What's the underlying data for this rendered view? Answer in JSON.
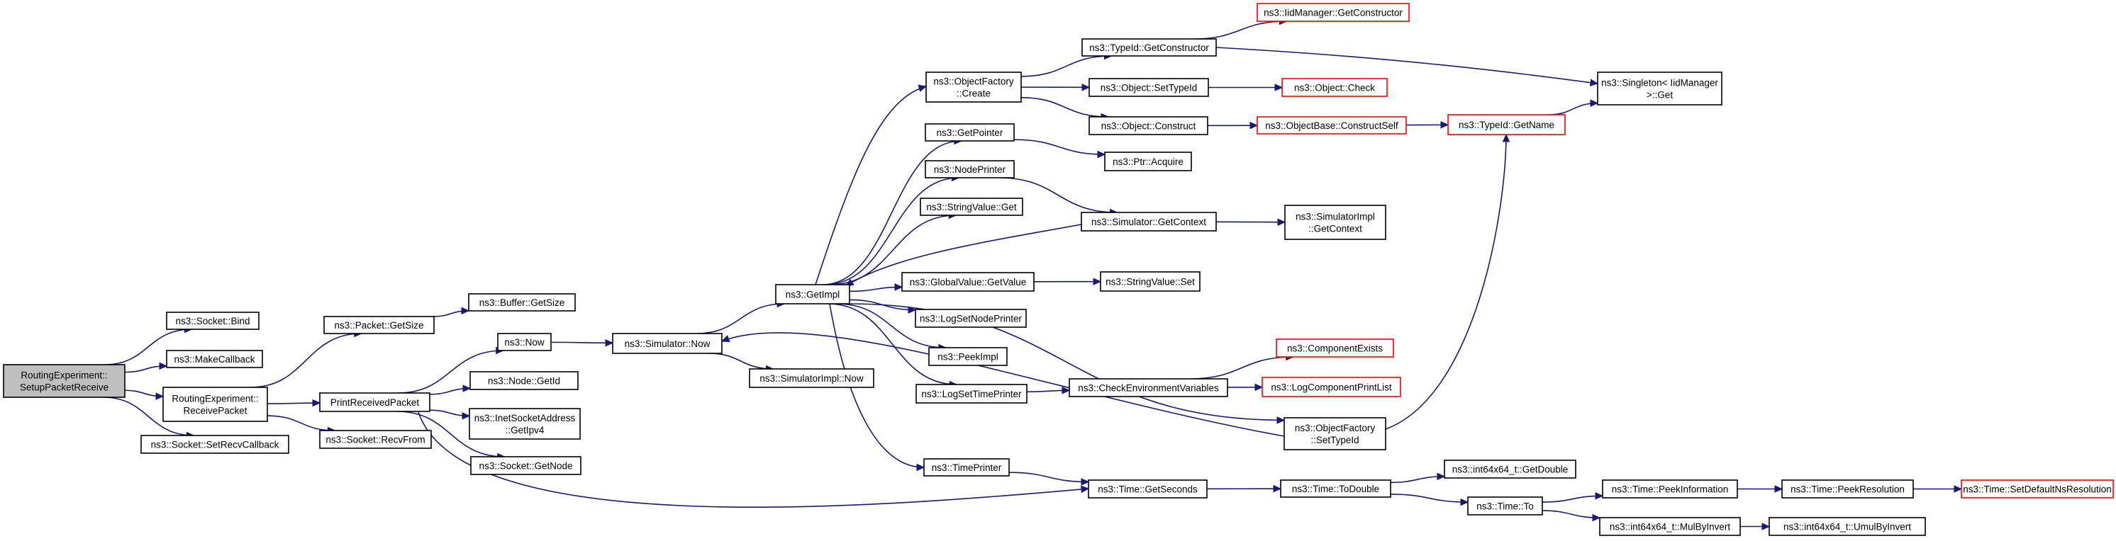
{
  "diagram": {
    "edge_color": "#191970",
    "node_border": "#000000",
    "link_border": "#ff0000",
    "root_fill": "#bfbfbf",
    "nodes": [
      {
        "id": "root",
        "lines": [
          "RoutingExperiment::",
          "SetupPacketReceive"
        ],
        "style": "root"
      },
      {
        "id": "socket_bind",
        "lines": [
          "ns3::Socket::Bind"
        ]
      },
      {
        "id": "makecallback",
        "lines": [
          "ns3::MakeCallback"
        ]
      },
      {
        "id": "receivepacket",
        "lines": [
          "RoutingExperiment::",
          "ReceivePacket"
        ]
      },
      {
        "id": "setrecvcallback",
        "lines": [
          "ns3::Socket::SetRecvCallback"
        ]
      },
      {
        "id": "packet_getsize",
        "lines": [
          "ns3::Packet::GetSize"
        ]
      },
      {
        "id": "printreceivedpacket",
        "lines": [
          "PrintReceivedPacket"
        ]
      },
      {
        "id": "socket_recvfrom",
        "lines": [
          "ns3::Socket::RecvFrom"
        ]
      },
      {
        "id": "buffer_getsize",
        "lines": [
          "ns3::Buffer::GetSize"
        ]
      },
      {
        "id": "now",
        "lines": [
          "ns3::Now"
        ]
      },
      {
        "id": "node_getid",
        "lines": [
          "ns3::Node::GetId"
        ]
      },
      {
        "id": "inetsocketaddress",
        "lines": [
          "ns3::InetSocketAddress",
          "::GetIpv4"
        ]
      },
      {
        "id": "socket_getnode",
        "lines": [
          "ns3::Socket::GetNode"
        ]
      },
      {
        "id": "simulator_now",
        "lines": [
          "ns3::Simulator::Now"
        ]
      },
      {
        "id": "simulatorimpl_now",
        "lines": [
          "ns3::SimulatorImpl::Now"
        ]
      },
      {
        "id": "getimpl",
        "lines": [
          "ns3::GetImpl"
        ]
      },
      {
        "id": "objectfactory_create",
        "lines": [
          "ns3::ObjectFactory",
          "::Create"
        ]
      },
      {
        "id": "getpointer",
        "lines": [
          "ns3::GetPointer"
        ]
      },
      {
        "id": "nodeprinter",
        "lines": [
          "ns3::NodePrinter"
        ]
      },
      {
        "id": "stringvalue_get",
        "lines": [
          "ns3::StringValue::Get"
        ]
      },
      {
        "id": "globalvalue_getvalue",
        "lines": [
          "ns3::GlobalValue::GetValue"
        ]
      },
      {
        "id": "logsetnodeprinter",
        "lines": [
          "ns3::LogSetNodePrinter"
        ]
      },
      {
        "id": "peekimpl",
        "lines": [
          "ns3::PeekImpl"
        ]
      },
      {
        "id": "logsettimeprinter",
        "lines": [
          "ns3::LogSetTimePrinter"
        ]
      },
      {
        "id": "timeprinter",
        "lines": [
          "ns3::TimePrinter"
        ]
      },
      {
        "id": "typeid_getconstructor",
        "lines": [
          "ns3::TypeId::GetConstructor"
        ]
      },
      {
        "id": "object_settypeid",
        "lines": [
          "ns3::Object::SetTypeId"
        ]
      },
      {
        "id": "object_construct",
        "lines": [
          "ns3::Object::Construct"
        ]
      },
      {
        "id": "ptr_acquire",
        "lines": [
          "ns3::Ptr::Acquire"
        ]
      },
      {
        "id": "simulator_getcontext",
        "lines": [
          "ns3::Simulator::GetContext"
        ]
      },
      {
        "id": "stringvalue_set",
        "lines": [
          "ns3::StringValue::Set"
        ]
      },
      {
        "id": "checkenv",
        "lines": [
          "ns3::CheckEnvironmentVariables"
        ]
      },
      {
        "id": "time_getseconds",
        "lines": [
          "ns3::Time::GetSeconds"
        ]
      },
      {
        "id": "iidmanager_getconstructor",
        "lines": [
          "ns3::IidManager::GetConstructor"
        ],
        "style": "link"
      },
      {
        "id": "object_check",
        "lines": [
          "ns3::Object::Check"
        ],
        "style": "link"
      },
      {
        "id": "objectbase_constructself",
        "lines": [
          "ns3::ObjectBase::ConstructSelf"
        ],
        "style": "link"
      },
      {
        "id": "simulatorimpl_getcontext",
        "lines": [
          "ns3::SimulatorImpl",
          "::GetContext"
        ]
      },
      {
        "id": "componentexists",
        "lines": [
          "ns3::ComponentExists"
        ],
        "style": "link"
      },
      {
        "id": "logcomponentprintlist",
        "lines": [
          "ns3::LogComponentPrintList"
        ],
        "style": "link"
      },
      {
        "id": "objectfactory_settypeid",
        "lines": [
          "ns3::ObjectFactory",
          "::SetTypeId"
        ]
      },
      {
        "id": "time_todouble",
        "lines": [
          "ns3::Time::ToDouble"
        ]
      },
      {
        "id": "typeid_getname",
        "lines": [
          "ns3::TypeId::GetName"
        ],
        "style": "link"
      },
      {
        "id": "int64_getdouble",
        "lines": [
          "ns3::int64x64_t::GetDouble"
        ]
      },
      {
        "id": "time_to",
        "lines": [
          "ns3::Time::To"
        ]
      },
      {
        "id": "singleton_get",
        "lines": [
          "ns3::Singleton< IidManager",
          " >::Get"
        ]
      },
      {
        "id": "time_peekinformation",
        "lines": [
          "ns3::Time::PeekInformation"
        ]
      },
      {
        "id": "int64_mulbyinvert",
        "lines": [
          "ns3::int64x64_t::MulByInvert"
        ]
      },
      {
        "id": "time_peekresolution",
        "lines": [
          "ns3::Time::PeekResolution"
        ]
      },
      {
        "id": "int64_umulbyinvert",
        "lines": [
          "ns3::int64x64_t::UmulByInvert"
        ]
      },
      {
        "id": "time_setdefaultnsresolution",
        "lines": [
          "ns3::Time::SetDefaultNsResolution"
        ],
        "style": "link"
      }
    ],
    "edges": [
      [
        "root",
        "socket_bind"
      ],
      [
        "root",
        "makecallback"
      ],
      [
        "root",
        "receivepacket"
      ],
      [
        "root",
        "setrecvcallback"
      ],
      [
        "receivepacket",
        "packet_getsize"
      ],
      [
        "receivepacket",
        "printreceivedpacket"
      ],
      [
        "receivepacket",
        "socket_recvfrom"
      ],
      [
        "packet_getsize",
        "buffer_getsize"
      ],
      [
        "printreceivedpacket",
        "now"
      ],
      [
        "printreceivedpacket",
        "node_getid"
      ],
      [
        "printreceivedpacket",
        "inetsocketaddress"
      ],
      [
        "printreceivedpacket",
        "socket_getnode"
      ],
      [
        "printreceivedpacket",
        "time_getseconds"
      ],
      [
        "now",
        "simulator_now"
      ],
      [
        "simulator_now",
        "getimpl"
      ],
      [
        "simulator_now",
        "simulatorimpl_now"
      ],
      [
        "getimpl",
        "objectfactory_create"
      ],
      [
        "getimpl",
        "getpointer"
      ],
      [
        "getimpl",
        "nodeprinter"
      ],
      [
        "getimpl",
        "stringvalue_get"
      ],
      [
        "getimpl",
        "globalvalue_getvalue"
      ],
      [
        "getimpl",
        "logsetnodeprinter"
      ],
      [
        "getimpl",
        "peekimpl"
      ],
      [
        "getimpl",
        "logsettimeprinter"
      ],
      [
        "getimpl",
        "timeprinter"
      ],
      [
        "getimpl",
        "objectfactory_settypeid"
      ],
      [
        "objectfactory_create",
        "typeid_getconstructor"
      ],
      [
        "objectfactory_create",
        "object_settypeid"
      ],
      [
        "objectfactory_create",
        "object_construct"
      ],
      [
        "typeid_getconstructor",
        "iidmanager_getconstructor"
      ],
      [
        "typeid_getconstructor",
        "singleton_get"
      ],
      [
        "object_settypeid",
        "object_check"
      ],
      [
        "object_construct",
        "objectbase_constructself"
      ],
      [
        "objectbase_constructself",
        "typeid_getname"
      ],
      [
        "typeid_getname",
        "singleton_get"
      ],
      [
        "getpointer",
        "ptr_acquire"
      ],
      [
        "nodeprinter",
        "simulator_getcontext"
      ],
      [
        "simulator_getcontext",
        "getimpl"
      ],
      [
        "simulator_getcontext",
        "simulatorimpl_getcontext"
      ],
      [
        "globalvalue_getvalue",
        "stringvalue_set"
      ],
      [
        "logsettimeprinter",
        "checkenv"
      ],
      [
        "checkenv",
        "componentexists"
      ],
      [
        "checkenv",
        "logcomponentprintlist"
      ],
      [
        "objectfactory_settypeid",
        "typeid_getname"
      ],
      [
        "objectfactory_settypeid",
        "simulator_now"
      ],
      [
        "timeprinter",
        "time_getseconds"
      ],
      [
        "time_getseconds",
        "time_todouble"
      ],
      [
        "time_todouble",
        "int64_getdouble"
      ],
      [
        "time_todouble",
        "time_to"
      ],
      [
        "time_to",
        "time_peekinformation"
      ],
      [
        "time_to",
        "int64_mulbyinvert"
      ],
      [
        "time_peekinformation",
        "time_peekresolution"
      ],
      [
        "time_peekresolution",
        "time_setdefaultnsresolution"
      ],
      [
        "int64_mulbyinvert",
        "int64_umulbyinvert"
      ]
    ]
  }
}
